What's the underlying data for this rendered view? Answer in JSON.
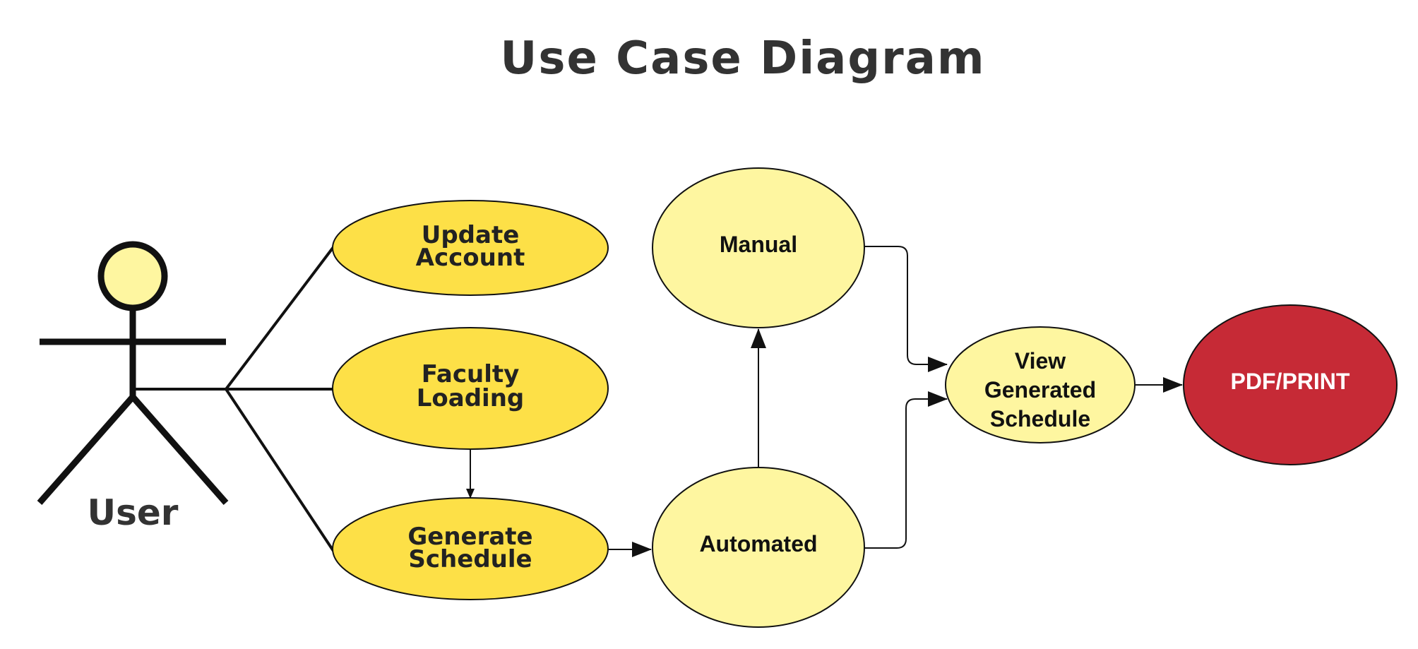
{
  "title": "Use Case Diagram",
  "actor": {
    "label": "User"
  },
  "use_cases": {
    "update_account": [
      "Update",
      "Account"
    ],
    "faculty_loading": [
      "Faculty",
      "Loading"
    ],
    "generate_schedule": [
      "Generate",
      "Schedule"
    ],
    "manual": "Manual",
    "automated": "Automated",
    "view_generated_schedule": [
      "View",
      "Generated",
      "Schedule"
    ],
    "pdf_print": "PDF/PRINT"
  },
  "colors": {
    "primary_use_case": "#FDE047",
    "secondary_use_case": "#FEF6A0",
    "output_use_case": "#C62A36",
    "actor_head": "#FEF6A0",
    "outline": "#111111",
    "title": "#333333"
  }
}
